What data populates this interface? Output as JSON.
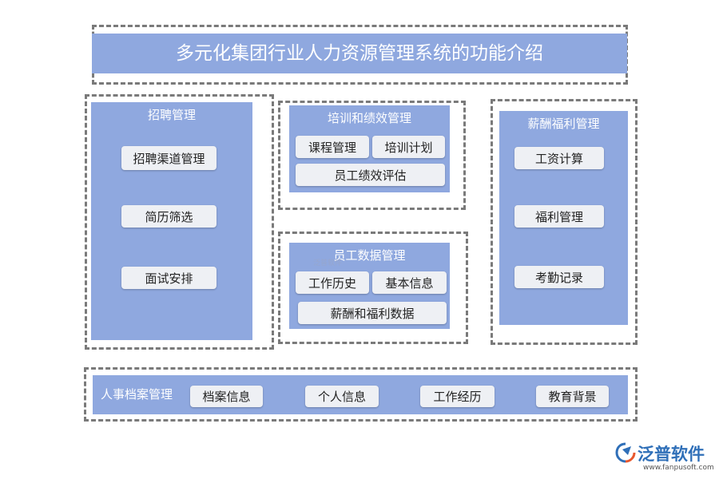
{
  "title": "多元化集团行业人力资源管理系统的功能介绍",
  "recruitment": {
    "title": "招聘管理",
    "items": [
      "招聘渠道管理",
      "简历筛选",
      "面试安排"
    ]
  },
  "training": {
    "title": "培训和绩效管理",
    "items": [
      "课程管理",
      "培训计划",
      "员工绩效评估"
    ]
  },
  "employee_data": {
    "title": "员工数据管理",
    "items": [
      "工作历史",
      "基本信息",
      "薪酬和福利数据"
    ]
  },
  "salary": {
    "title": "薪酬福利管理",
    "items": [
      "工资计算",
      "福利管理",
      "考勤记录"
    ]
  },
  "hr_archive": {
    "title": "人事档案管理",
    "items": [
      "档案信息",
      "个人信息",
      "工作经历",
      "教育背景"
    ]
  },
  "watermark": "泛普软件",
  "logo": {
    "text": "泛普软件",
    "url": "www.fanpusoft.com"
  },
  "colors": {
    "panel": "#8fa8df",
    "item": "#eef0f4",
    "dash_border": "#7a7a7a",
    "logo": "#2f6fb8"
  }
}
